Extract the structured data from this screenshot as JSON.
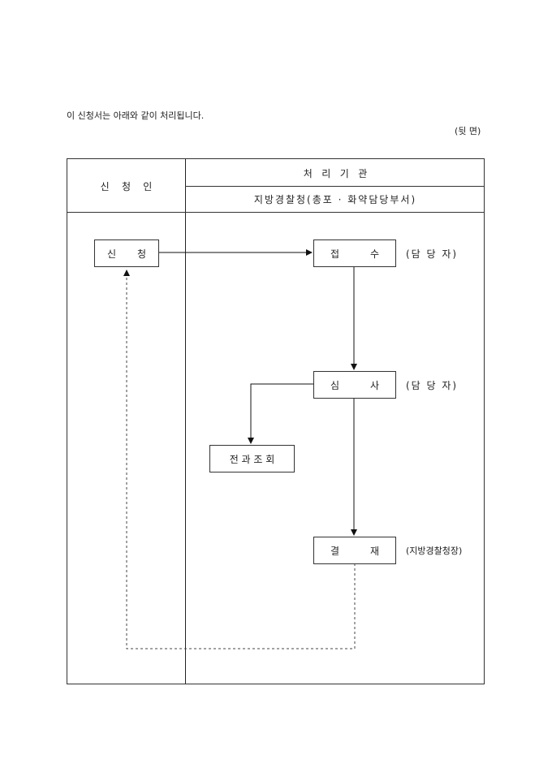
{
  "intro_text": "이 신청서는 아래와 같이 처리됩니다.",
  "page_side": "(뒷 면)",
  "table": {
    "applicant_header": "신    청    인",
    "agency_header": "처   리   기   관",
    "agency_sub": "지방경찰청(총포 · 화약담당부서)"
  },
  "steps": {
    "apply": {
      "left": "신",
      "right": "청"
    },
    "receive": {
      "left": "접",
      "right": "수",
      "role": "(담 당 자)"
    },
    "review": {
      "left": "심",
      "right": "사",
      "role": "(담 당 자)"
    },
    "record_check": {
      "label": "전 과 조 회"
    },
    "approve": {
      "left": "결",
      "right": "재",
      "role": "(지방경찰청장)"
    }
  }
}
